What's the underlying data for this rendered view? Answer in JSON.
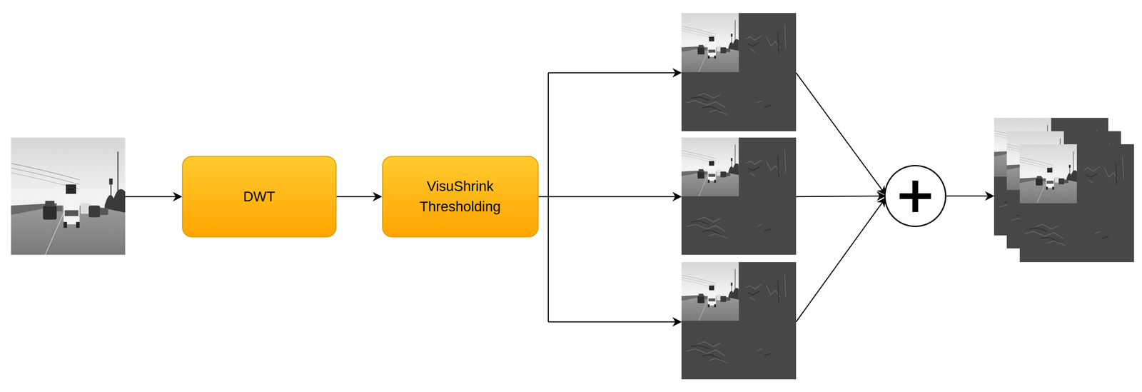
{
  "diagram": {
    "nodes": [
      {
        "text": [
          "DWT"
        ]
      },
      {
        "text": [
          "VisuShrink Thresholding"
        ]
      },
      {
        "text": [
          "+"
        ]
      }
    ],
    "edges": [
      {
        "from": 0,
        "to": 1,
        "arrow": "to"
      }
    ]
  }
}
